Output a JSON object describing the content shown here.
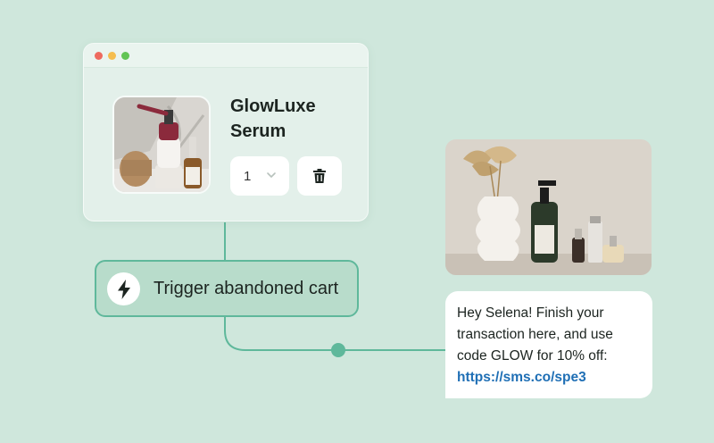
{
  "window": {
    "dots": [
      {
        "name": "close",
        "color": "#ee6a5f"
      },
      {
        "name": "minimize",
        "color": "#f5bd4f"
      },
      {
        "name": "maximize",
        "color": "#61c454"
      }
    ]
  },
  "product": {
    "name": "GlowLuxe Serum",
    "quantity": "1"
  },
  "trigger": {
    "label": "Trigger abandoned cart"
  },
  "message": {
    "text": "Hey Selena! Finish your transaction here, and use code GLOW for 10% off:",
    "link": "https://sms.co/spe3"
  },
  "colors": {
    "background": "#cfe7dc",
    "accent": "#5fb89b",
    "link": "#1f6fb5"
  },
  "icons": {
    "trigger": "lightning-bolt-icon",
    "delete": "trash-icon",
    "quantity": "chevron-down-icon"
  }
}
